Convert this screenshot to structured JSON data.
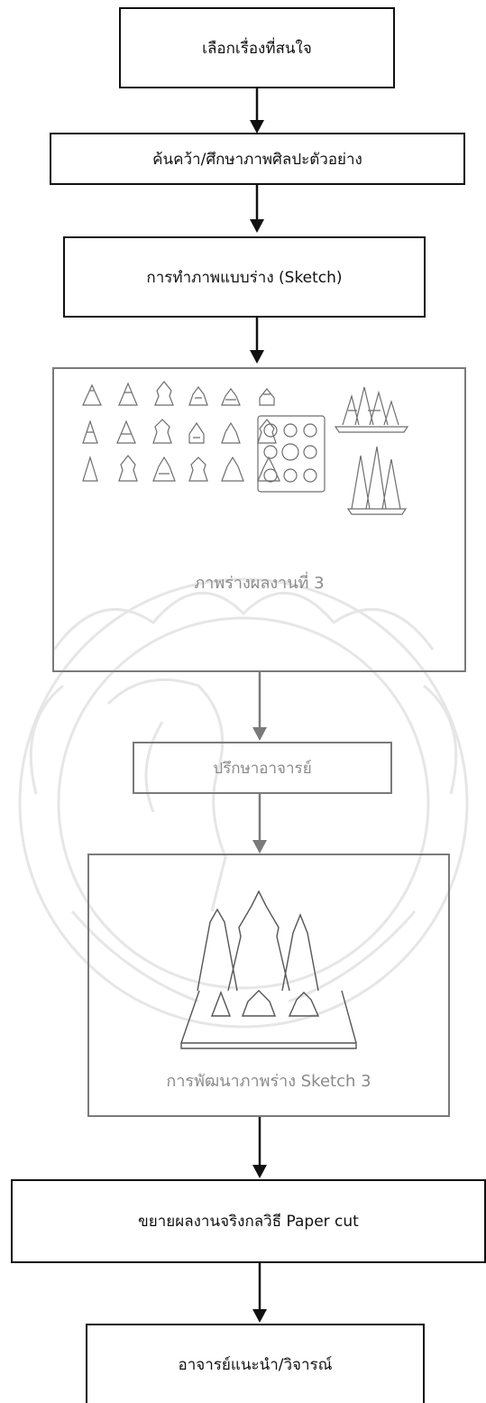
{
  "steps": {
    "step1": "เลือกเรื่องที่สนใจ",
    "step2": "ค้นคว้า/ศึกษาภาพศิลปะตัวอย่าง",
    "step3": "การทำภาพแบบร่าง (Sketch)",
    "step4_caption": "ภาพร่างผลงานที่ 3",
    "step5": "ปรึกษาอาจารย์",
    "step6_caption": "การพัฒนาภาพร่าง Sketch 3",
    "step7": "ขยายผลงานจริงกลวิธี Paper cut",
    "step8": "อาจารย์แนะนำ/วิจารณ์"
  },
  "colors": {
    "dark": "#111111",
    "gray": "#7a7a7a",
    "watermark": "#e8e8e8"
  }
}
